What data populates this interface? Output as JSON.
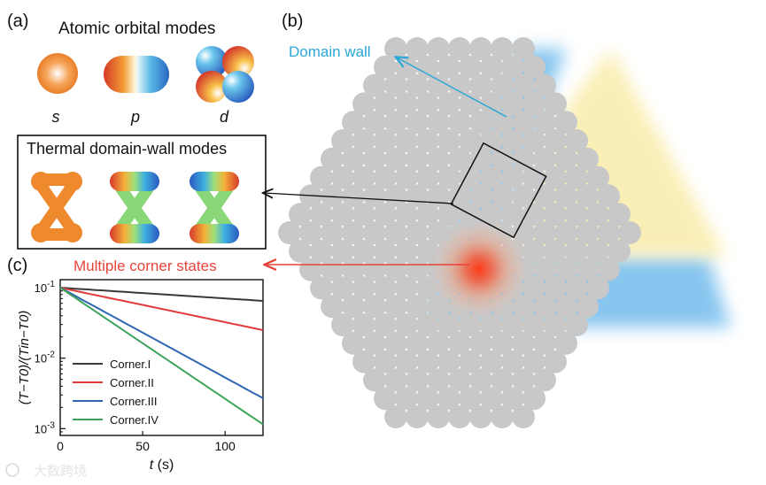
{
  "panel_labels": {
    "a": "(a)",
    "b": "(b)",
    "c": "(c)"
  },
  "panel_a": {
    "title": "Atomic orbital modes",
    "orbitals": [
      "s",
      "p",
      "d"
    ],
    "box_title": "Thermal domain-wall modes"
  },
  "panel_b": {
    "domain_wall_label": "Domain wall",
    "domain_wall_color": "#2aa7d8",
    "corner_label": "Multiple corner states",
    "corner_color": "#e8433a"
  },
  "colors": {
    "lattice": "#c8c8c8",
    "blue_region": "#86c6ef",
    "yellow_region": "#f7eaa3",
    "orange": "#ee8a2d"
  },
  "watermark": "大数跨境",
  "chart_data": {
    "type": "line",
    "xlabel_var": "t",
    "xlabel_unit": " (s)",
    "ylabel": "(T−T0)/(Tin−T0)",
    "xlim": [
      0,
      123
    ],
    "ylim": [
      0.0008,
      0.13
    ],
    "yscale": "log",
    "xticks": [
      0,
      50,
      100
    ],
    "yticks": [
      {
        "base": "10",
        "exp": "-1",
        "value": 0.1
      },
      {
        "base": "10",
        "exp": "-2",
        "value": 0.01
      },
      {
        "base": "10",
        "exp": "-3",
        "value": 0.001
      }
    ],
    "legend_position": "bottom-left",
    "series": [
      {
        "name": "Corner.I",
        "color": "#3a3a3a",
        "x": [
          0,
          123
        ],
        "y": [
          0.1,
          0.065
        ]
      },
      {
        "name": "Corner.II",
        "color": "#e23a3a",
        "x": [
          0,
          123
        ],
        "y": [
          0.1,
          0.025
        ]
      },
      {
        "name": "Corner.III",
        "color": "#2f66b3",
        "x": [
          0,
          123
        ],
        "y": [
          0.1,
          0.0027
        ]
      },
      {
        "name": "Corner.IV",
        "color": "#3ea35a",
        "x": [
          0,
          123
        ],
        "y": [
          0.1,
          0.00115
        ]
      }
    ]
  }
}
